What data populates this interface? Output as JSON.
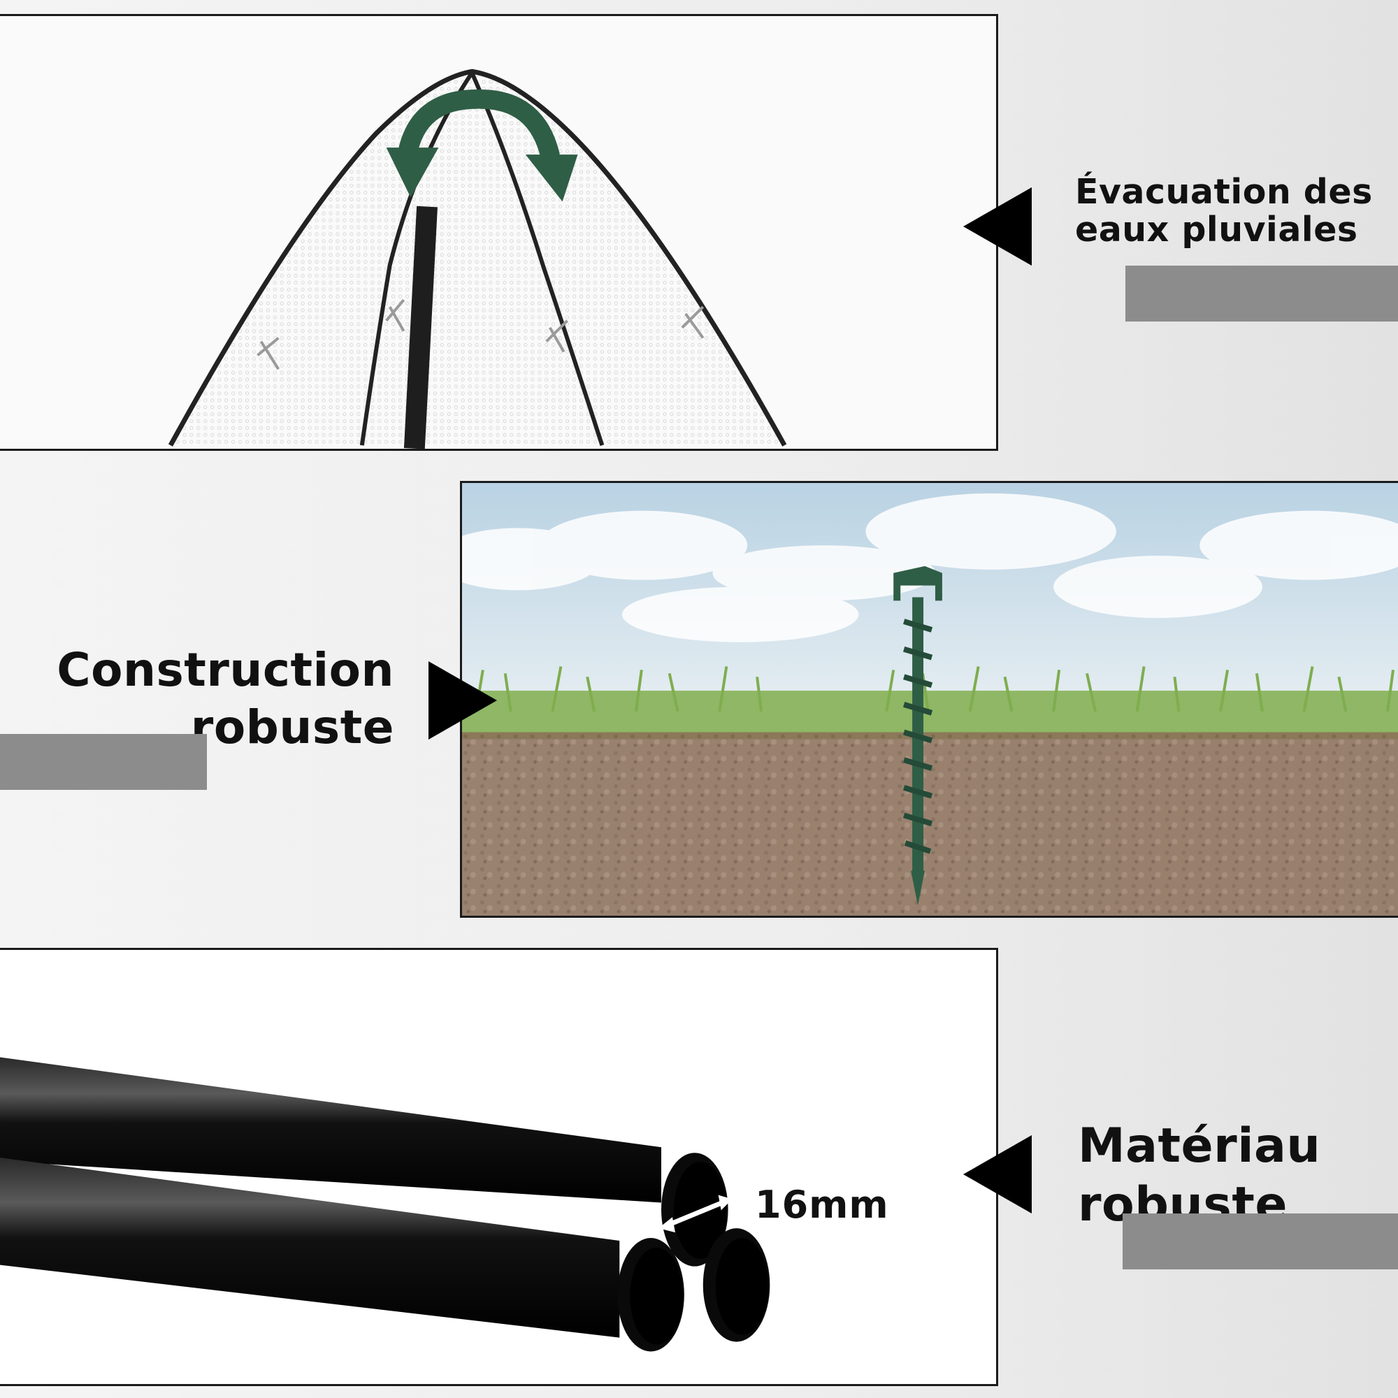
{
  "features": [
    {
      "id": "drainage",
      "lines": [
        "Évacuation des",
        "eaux pluviales"
      ]
    },
    {
      "id": "construction",
      "lines": [
        "Construction",
        "robuste"
      ]
    },
    {
      "id": "material",
      "lines": [
        "Matériau",
        "robuste"
      ],
      "measurement": "16mm"
    }
  ],
  "colors": {
    "accent_green": "#2f5e46",
    "frame_black": "#1b1b1b",
    "pipe_black": "#0f0f0f",
    "soil_brown": "#8a6e58",
    "sky_blue": "#c9dbe6",
    "redaction_gray": "#8c8c8c"
  },
  "icons": [
    "pointer-triangle",
    "curved-arrow",
    "double-arrow"
  ]
}
